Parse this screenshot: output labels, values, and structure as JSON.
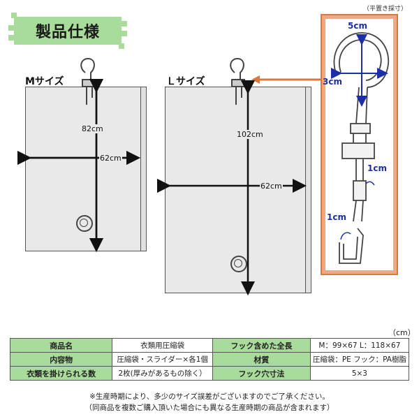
{
  "note_top": "（平置き採寸）",
  "title": "製品仕様",
  "colors": {
    "title_badge": "#a9dc9a",
    "inset_frame": "#d9783f",
    "dimension_blue": "#1d2fa6",
    "table_header": "#a9dc9a"
  },
  "bag_m": {
    "label": "Mサイズ",
    "height": "82cm",
    "width": "62cm"
  },
  "bag_l": {
    "label": "Ｌサイズ",
    "height": "102cm",
    "width": "62cm"
  },
  "hook_detail": {
    "width": "5cm",
    "height": "3cm",
    "slot1": "1cm",
    "slot2": "1cm"
  },
  "unit": "（cm）",
  "spec": [
    {
      "k1": "商品名",
      "v1": "衣類用圧縮袋",
      "k2": "フック含めた全長",
      "v2": "M：99×67  L：118×67"
    },
    {
      "k1": "内容物",
      "v1": "圧縮袋・スライダー×各1個",
      "k2": "材質",
      "v2": "圧縮袋：PE  フック：PA樹脂"
    },
    {
      "k1": "衣類を掛けられる数",
      "v1": "2枚(厚みがあるもの除く）",
      "k2": "フック穴寸法",
      "v2": "5×3"
    }
  ],
  "footnotes": [
    "※生産時期により、多少のサイズ誤差がございますのでご了承ください。",
    "（同商品を複数ご購入頂いた場合にも異なる生産時期の商品が含まれます）"
  ]
}
